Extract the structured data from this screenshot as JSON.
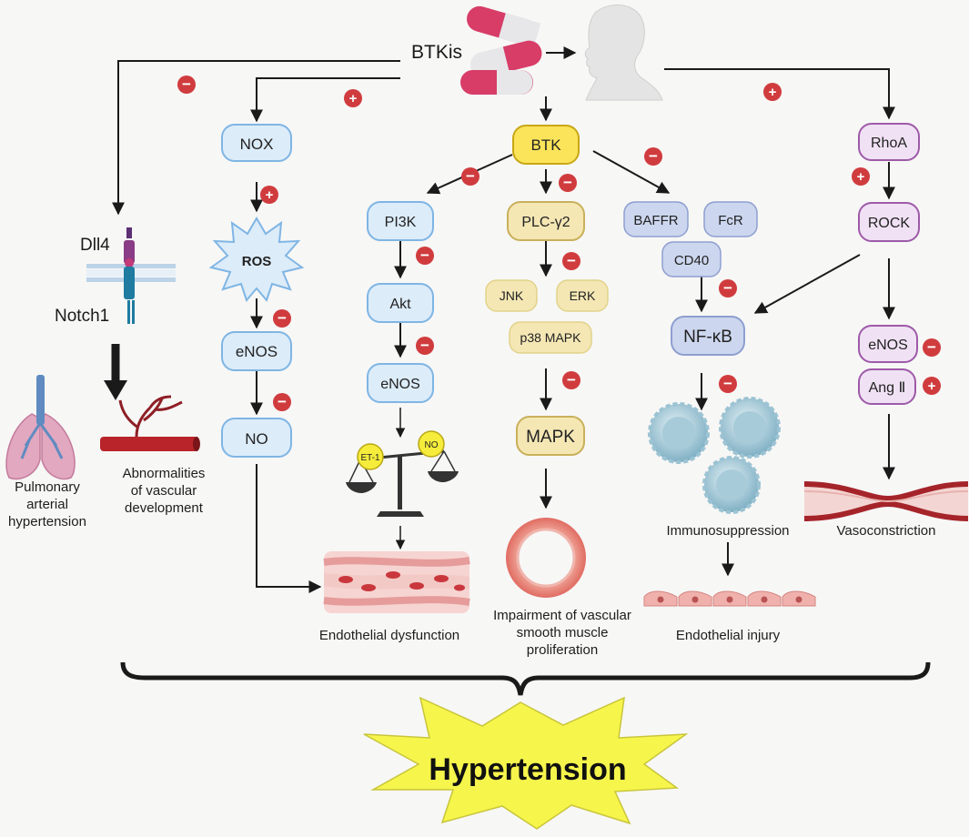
{
  "drug": {
    "label": "BTKis"
  },
  "nodes": {
    "nox": "NOX",
    "ros": "ROS",
    "enos_left": "eNOS",
    "no": "NO",
    "btk": "BTK",
    "pi3k": "PI3K",
    "akt": "Akt",
    "enos_mid": "eNOS",
    "plc": "PLC-γ2",
    "jnk": "JNK",
    "erk": "ERK",
    "p38": "p38 MAPK",
    "mapk": "MAPK",
    "baffr": "BAFFR",
    "fcr": "FcR",
    "cd40": "CD40",
    "nfkb": "NF-κB",
    "rhoa": "RhoA",
    "rock": "ROCK",
    "enos_right": "eNOS",
    "ang2": "Ang Ⅱ",
    "dll4": "Dll4",
    "notch1": "Notch1",
    "et1": "ET-1",
    "no_scale": "NO"
  },
  "labels": {
    "pah": [
      "Pulmonary",
      "arterial",
      "hypertension"
    ],
    "abnormal": [
      "Abnormalities",
      "of vascular",
      "development"
    ],
    "endothelial_dysfunction": "Endothelial dysfunction",
    "vsm": [
      "Impairment of vascular",
      "smooth muscle",
      "proliferation"
    ],
    "immunosuppression": "Immunosuppression",
    "endothelial_injury": "Endothelial injury",
    "vasoconstriction": "Vasoconstriction",
    "hypertension": "Hypertension"
  },
  "effects": {
    "minus": "−",
    "plus": "+"
  },
  "colors": {
    "blue_fill": "#dcecf9",
    "blue_stroke": "#7fb5e4",
    "yellow_fill": "#f4e7b4",
    "yellow_stroke": "#c9b05a",
    "btk_fill": "#fbe45a",
    "btk_stroke": "#c9a715",
    "lav_fill": "#ccd6ee",
    "lav_stroke": "#8e9fcf",
    "purple_fill": "#f0e2f4",
    "purple_stroke": "#9e5aa8",
    "sign_red": "#d03c3e",
    "vessel_red": "#b8242a",
    "star_yellow": "#f6f54c"
  }
}
